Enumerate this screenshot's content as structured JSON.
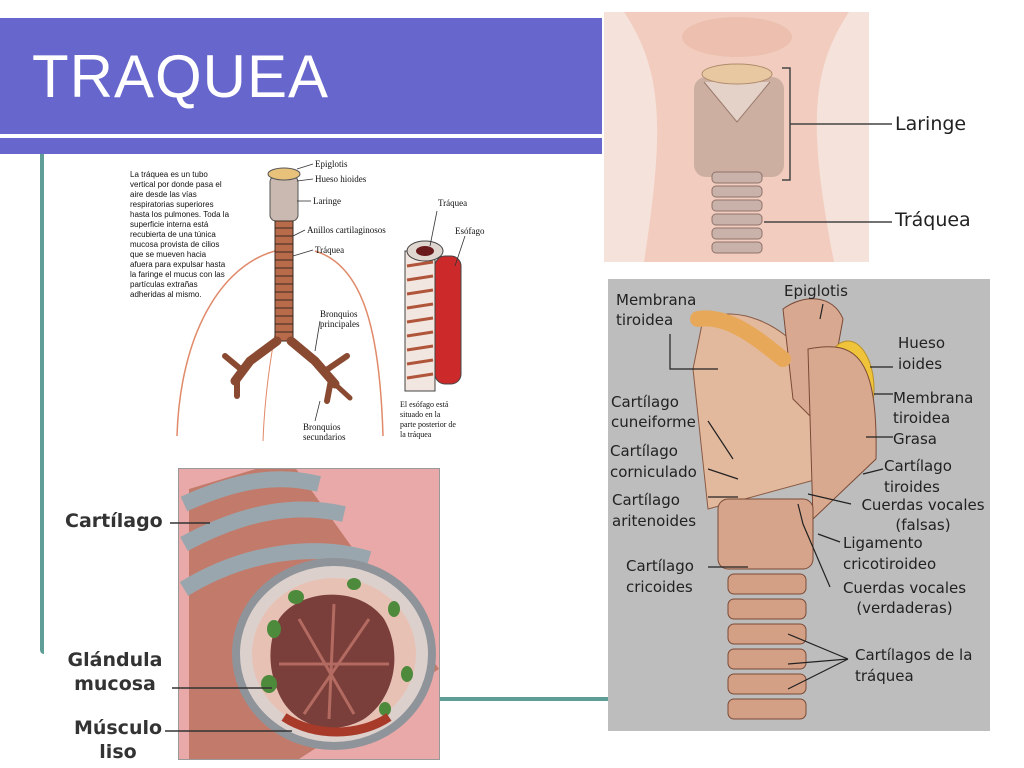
{
  "slide": {
    "title": "TRAQUEA",
    "colors": {
      "title_bar": "#6666cc",
      "frame_line": "#5f9e96"
    }
  },
  "diagram_center": {
    "description": "La tráquea es un tubo vertical por donde pasa el aire desde las vías respiratorias superiores hasta los pulmones. Toda la superficie interna está recubierta de una túnica mucosa provista de cilios que se mueven hacia afuera para expulsar hasta la faringe el mucus con las partículas extrañas adheridas al mismo.",
    "labels": {
      "epiglotis": "Epiglotis",
      "hueso_hioides": "Hueso hioides",
      "laringe": "Laringe",
      "anillos": "Anillos cartilaginosos",
      "traquea": "Tráquea",
      "bronquios_principales": "Bronquios principales",
      "bronquios_secundarios": "Bronquios secundarios",
      "traquea_side": "Tráquea",
      "esofago": "Esófago",
      "esofago_note": "El esófago está situado en la parte posterior de la tráquea"
    }
  },
  "diagram_neck": {
    "laringe": "Laringe",
    "traquea": "Tráquea"
  },
  "diagram_larynx": {
    "membrana_tiroidea_1": "Membrana tiroidea",
    "epiglotis": "Epiglotis",
    "hueso_ioides": "Hueso ioides",
    "membrana_tiroidea_2": "Membrana tiroidea",
    "grasa": "Grasa",
    "cartilago_cuneiforme": "Cartílago cuneiforme",
    "cartilago_corniculado": "Cartílago corniculado",
    "cartilago_tiroides": "Cartílago tiroides",
    "cartilago_aritenoides": "Cartílago aritenoides",
    "cuerdas_falsas": "Cuerdas vocales (falsas)",
    "ligamento": "Ligamento cricotiroideo",
    "cartilago_cricoides": "Cartílago cricoides",
    "cuerdas_verdaderas": "Cuerdas vocales (verdaderas)",
    "cartilagos_traquea": "Cartílagos de la tráquea"
  },
  "diagram_section": {
    "cartilago": "Cartílago",
    "glandula": "Glándula mucosa",
    "musculo": "Músculo liso"
  }
}
